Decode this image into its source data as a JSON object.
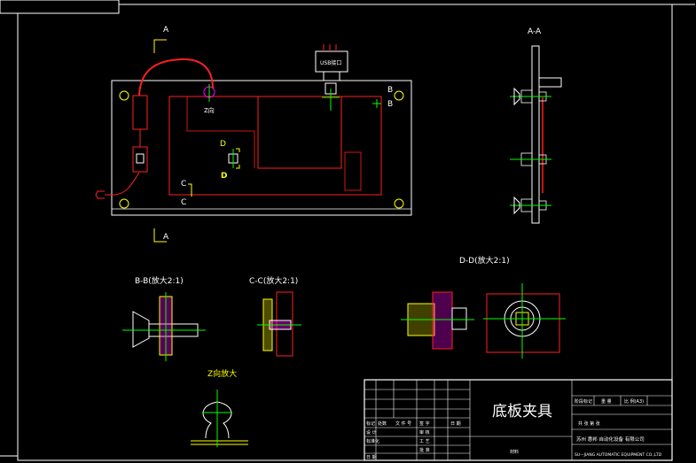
{
  "views": {
    "section_a": "A-A",
    "section_b": "B-B(放大2:1)",
    "section_c": "C-C(放大2:1)",
    "section_d": "D-D(放大2:1)",
    "view_z": "Z向放大"
  },
  "markers": {
    "a": "A",
    "b": "B",
    "c": "C",
    "d": "D",
    "z": "Z向"
  },
  "parts": {
    "usb": "USB接口"
  },
  "title_block": {
    "title": "底板夹具",
    "company": "苏州 惠邦 自动化设备 有限公司",
    "company_en": "SU—JIANG AUTOMATIC EQUIPMENT CO.,LTD",
    "material_label": "材料",
    "stage_mark": "阶段标记",
    "weight": "重 量",
    "scale": "比 例(A3)",
    "sheets": "共 张 第 张",
    "designer": "设 计",
    "checker": "审 核",
    "process": "工 艺",
    "standard": "标准化",
    "approve": "批 准",
    "date": "日 期",
    "marks": "标记",
    "count": "处数",
    "file_no": "文 件 号",
    "sign": "签 字",
    "mark_date": "日 期"
  },
  "colors": {
    "background": "#000000",
    "outline": "#ffffff",
    "part": "#ff2020",
    "center": "#00ff00",
    "hardware": "#ffff00",
    "hatch": "#ff00ff",
    "label": "#ffff00"
  }
}
